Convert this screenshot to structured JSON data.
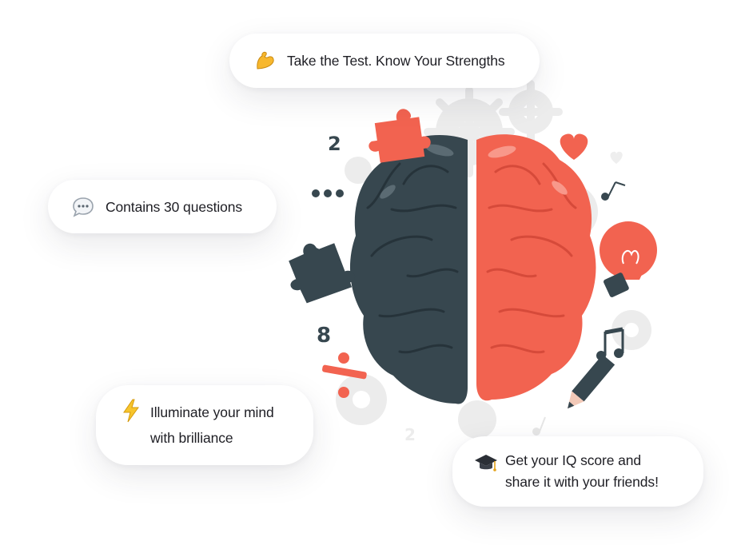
{
  "features": {
    "test": {
      "text": "Take the Test. Know Your Strengths",
      "icon": "flexed-biceps-icon"
    },
    "questions": {
      "text": "Contains 30 questions",
      "icon": "speech-bubble-icon"
    },
    "illuminate": {
      "line1": "Illuminate your mind",
      "line2": "with brilliance",
      "icon": "lightning-icon"
    },
    "score": {
      "line1": "Get your IQ score and",
      "line2": "share it with your friends!",
      "icon": "graduation-cap-icon"
    }
  },
  "illustration": {
    "numbers": [
      "2",
      "8",
      "2"
    ],
    "colors": {
      "brain_left": "#37474f",
      "brain_right": "#f26350",
      "gear": "#ebebeb"
    }
  }
}
